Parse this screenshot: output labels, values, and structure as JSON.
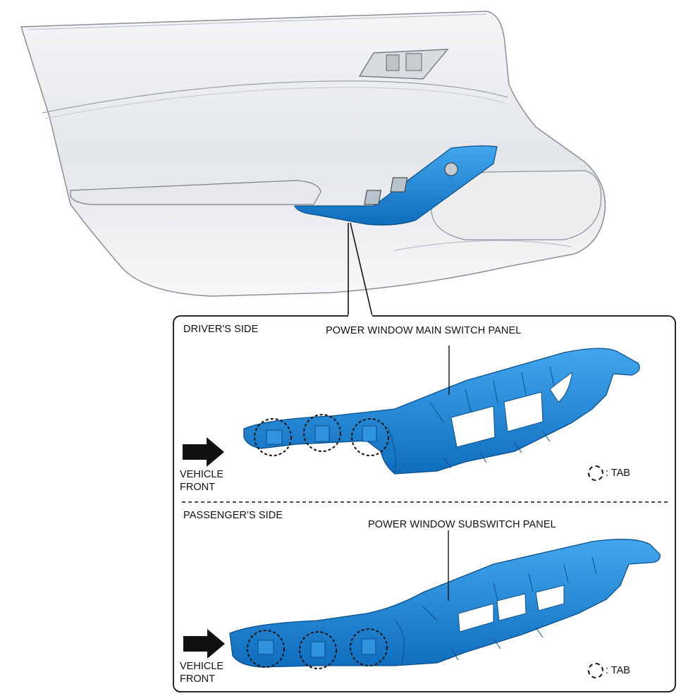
{
  "driver": {
    "section_label": "DRIVER'S SIDE",
    "part_label": "POWER WINDOW MAIN SWITCH PANEL",
    "front_line1": "VEHICLE",
    "front_line2": "FRONT",
    "tab_legend": ": TAB"
  },
  "passenger": {
    "section_label": "PASSENGER'S SIDE",
    "part_label": "POWER WINDOW SUBSWITCH PANEL",
    "front_line1": "VEHICLE",
    "front_line2": "FRONT",
    "tab_legend": ": TAB"
  },
  "colors": {
    "panel_blue": "#1e88d6",
    "panel_blue_dark": "#0d5fa8",
    "door_panel": "#e9ecef"
  }
}
